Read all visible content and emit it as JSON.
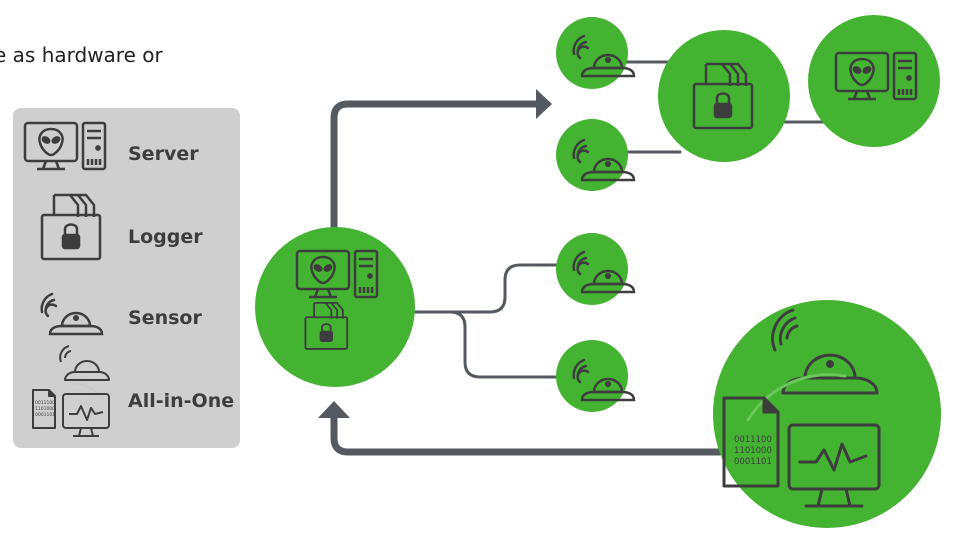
{
  "intro_text": "e as hardware or",
  "legend": {
    "items": [
      {
        "label": "Server",
        "icon": "server-icon"
      },
      {
        "label": "Logger",
        "icon": "logger-icon"
      },
      {
        "label": "Sensor",
        "icon": "sensor-icon"
      },
      {
        "label": "All-in-One",
        "icon": "all-in-one-icon"
      }
    ]
  },
  "all_in_one_binary": [
    "0011100",
    "1101000",
    "0001101"
  ],
  "colors": {
    "node_green": "#44b332",
    "legend_bg": "#cfcfcf",
    "icon_stroke": "#3d3d3d",
    "connector": "#555a60"
  }
}
